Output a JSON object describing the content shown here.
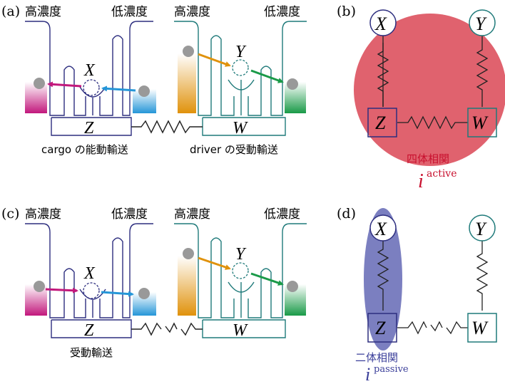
{
  "panels": {
    "a": {
      "label": "(a)",
      "high_conc": "高濃度",
      "low_conc": "低濃度",
      "high_conc2": "高濃度",
      "low_conc2": "低濃度",
      "X": "X",
      "Y": "Y",
      "Z": "Z",
      "W": "W",
      "caption_cargo": "cargo の能動輸送",
      "caption_driver": "driver の受動輸送"
    },
    "b": {
      "label": "(b)",
      "X": "X",
      "Y": "Y",
      "Z": "Z",
      "W": "W",
      "corr_label": "四体相関",
      "i_symbol": "i",
      "i_sup": "active"
    },
    "c": {
      "label": "(c)",
      "high_conc": "高濃度",
      "low_conc": "低濃度",
      "high_conc2": "高濃度",
      "low_conc2": "低濃度",
      "X": "X",
      "Y": "Y",
      "Z": "Z",
      "W": "W",
      "caption": "受動輸送"
    },
    "d": {
      "label": "(d)",
      "X": "X",
      "Y": "Y",
      "Z": "Z",
      "W": "W",
      "corr_label": "二体相関",
      "i_symbol": "i",
      "i_sup": "passive"
    }
  },
  "colors": {
    "navy": "#2d2e7f",
    "teal": "#1f7a7a",
    "magenta": "#c2187c",
    "blue": "#2596d8",
    "orange": "#e0920c",
    "green": "#1a9a48",
    "red_corr": "#e0626e",
    "red_text": "#c8102e",
    "purple_corr": "#7b7fc0",
    "navy_text": "#3b3f9a",
    "grey_ball": "#999999"
  }
}
